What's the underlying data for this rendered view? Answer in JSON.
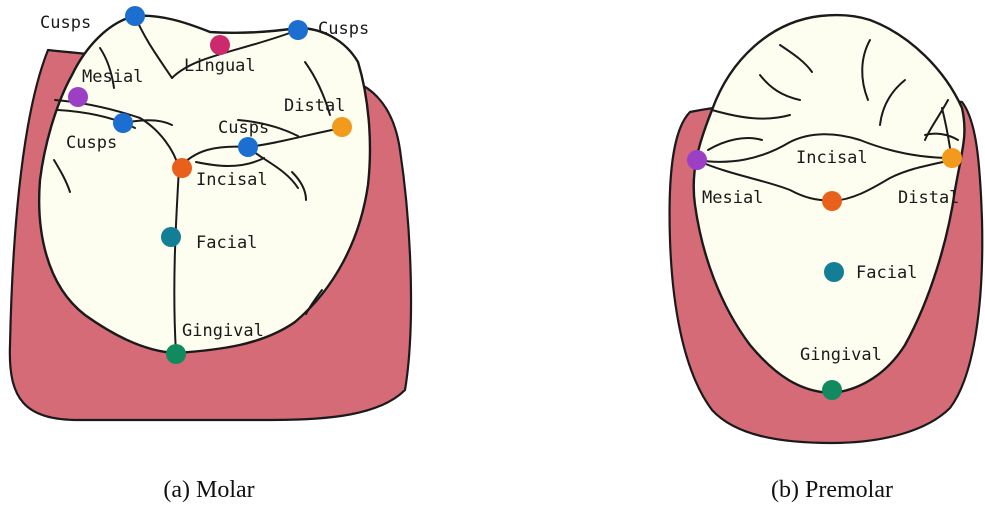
{
  "colors": {
    "gum": "#d66b78",
    "crown": "#fdfdf0",
    "cusps": "#1c6fd0",
    "lingual": "#cc2a6c",
    "mesial": "#9b3fc4",
    "distal": "#f29a1c",
    "incisal": "#e8601c",
    "facial": "#137f96",
    "gingival": "#108a5e"
  },
  "molar": {
    "caption": "(a) Molar",
    "labels": {
      "cusps_top_left": "Cusps",
      "cusps_top_right": "Cusps",
      "lingual": "Lingual",
      "mesial": "Mesial",
      "cusps_mid_left": "Cusps",
      "cusps_mid_right": "Cusps",
      "distal": "Distal",
      "incisal": "Incisal",
      "facial": "Facial",
      "gingival": "Gingival"
    }
  },
  "premolar": {
    "caption": "(b) Premolar",
    "labels": {
      "incisal": "Incisal",
      "mesial": "Mesial",
      "distal": "Distal",
      "facial": "Facial",
      "gingival": "Gingival"
    }
  }
}
